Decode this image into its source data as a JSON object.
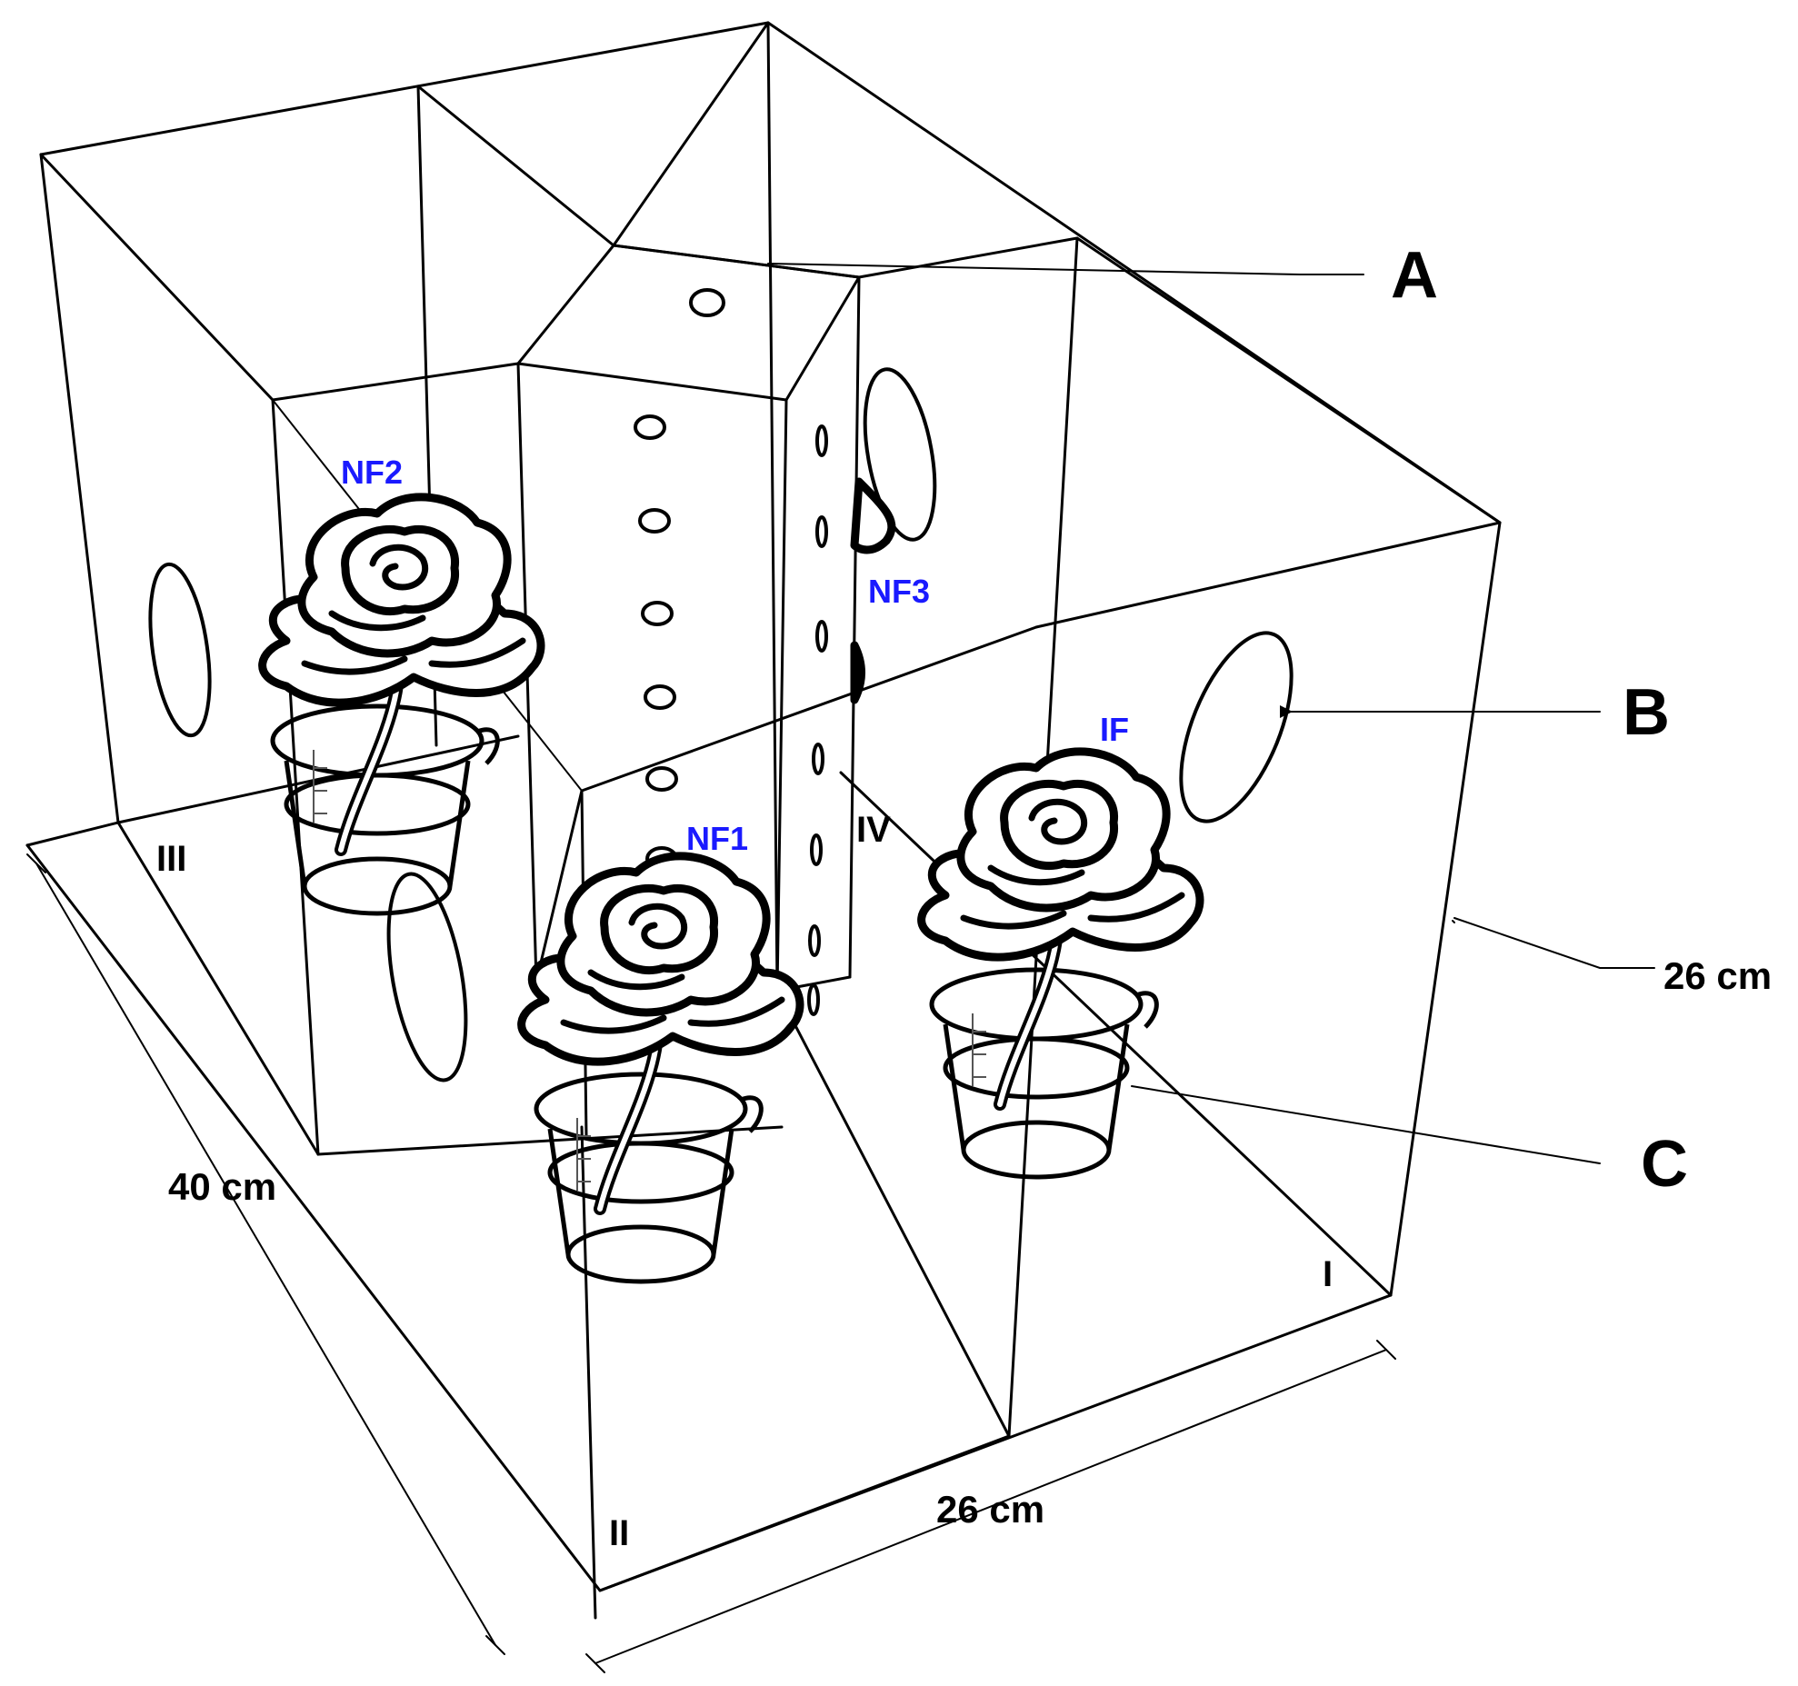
{
  "labels": {
    "A": "A",
    "B": "B",
    "C": "C",
    "quadrant_I": "I",
    "quadrant_II": "II",
    "quadrant_III": "III",
    "quadrant_IV": "IV"
  },
  "flowers": {
    "NF1": "NF1",
    "NF2": "NF2",
    "NF3": "NF3",
    "IF": "IF"
  },
  "dimensions": {
    "depth": "40 cm",
    "width": "26 cm",
    "height": "26 cm"
  },
  "colors": {
    "flower_label": "#1a1aff",
    "line": "#000000"
  }
}
